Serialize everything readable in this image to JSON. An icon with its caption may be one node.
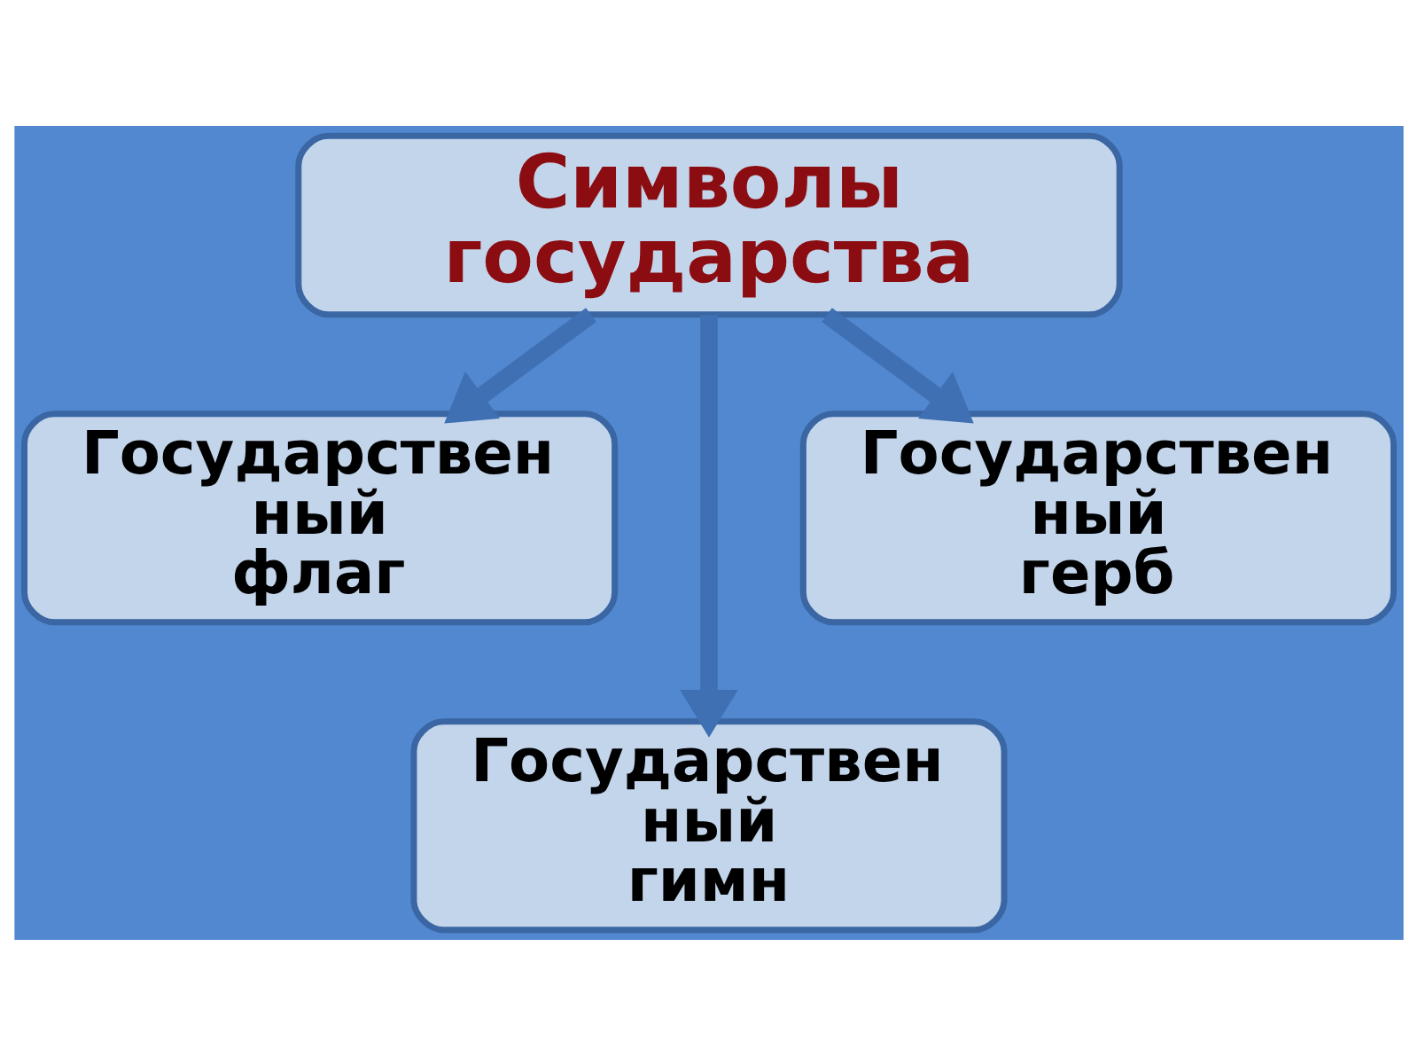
{
  "diagram": {
    "nodes": [
      {
        "text": [
          "Символы государства"
        ]
      },
      {
        "text": [
          "Государствен ный флаг"
        ]
      },
      {
        "text": [
          "Государствен ный герб"
        ]
      },
      {
        "text": [
          "Государствен ный гимн"
        ]
      }
    ],
    "edges": [
      {
        "from": 0,
        "to": 1,
        "arrow": "to"
      },
      {
        "from": 0,
        "to": 3,
        "arrow": "to"
      },
      {
        "from": 0,
        "to": 2,
        "arrow": "to"
      }
    ]
  }
}
